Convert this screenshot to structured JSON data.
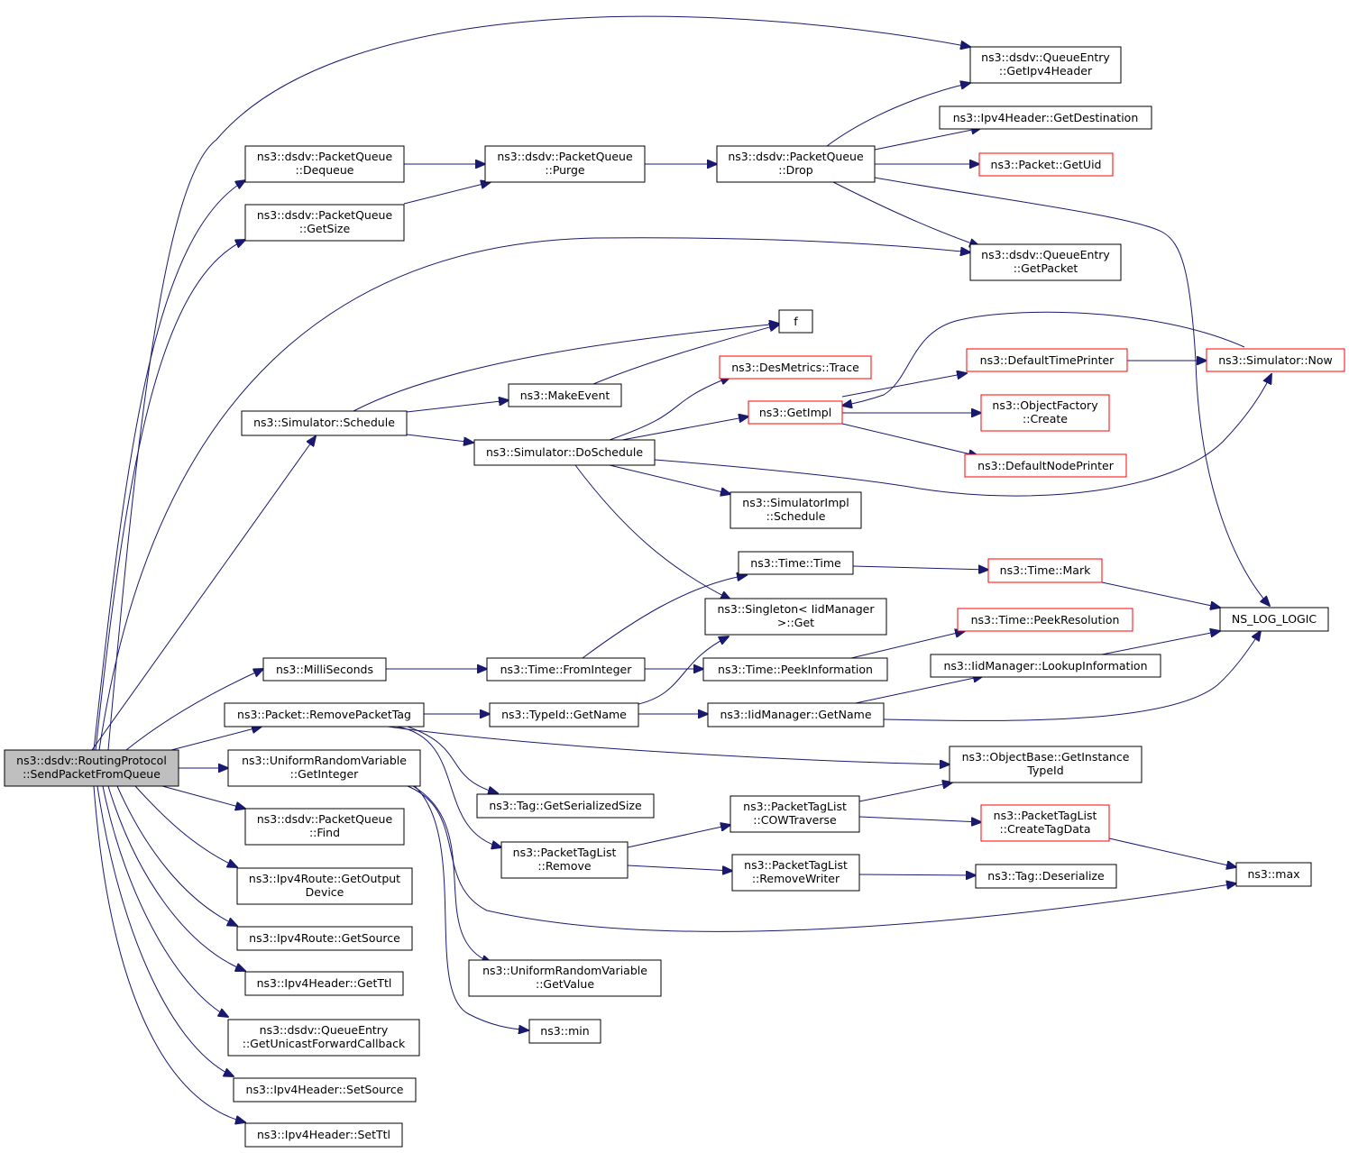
{
  "nodes": {
    "root": [
      "ns3::dsdv::RoutingProtocol",
      "::SendPacketFromQueue"
    ],
    "pq_dequeue": [
      "ns3::dsdv::PacketQueue",
      "::Dequeue"
    ],
    "pq_getsize": [
      "ns3::dsdv::PacketQueue",
      "::GetSize"
    ],
    "pq_purge": [
      "ns3::dsdv::PacketQueue",
      "::Purge"
    ],
    "pq_drop": [
      "ns3::dsdv::PacketQueue",
      "::Drop"
    ],
    "qe_getipv4header": [
      "ns3::dsdv::QueueEntry",
      "::GetIpv4Header"
    ],
    "ipv4h_getdest": [
      "ns3::Ipv4Header::GetDestination"
    ],
    "packet_getuid": [
      "ns3::Packet::GetUid"
    ],
    "qe_getpacket": [
      "ns3::dsdv::QueueEntry",
      "::GetPacket"
    ],
    "f": [
      "f"
    ],
    "makeevent": [
      "ns3::MakeEvent"
    ],
    "sim_schedule": [
      "ns3::Simulator::Schedule"
    ],
    "desmetrics": [
      "ns3::DesMetrics::Trace"
    ],
    "getimpl": [
      "ns3::GetImpl"
    ],
    "defaulttimeprinter": [
      "ns3::DefaultTimePrinter"
    ],
    "sim_now": [
      "ns3::Simulator::Now"
    ],
    "objfactory_create": [
      "ns3::ObjectFactory",
      "::Create"
    ],
    "defaultnodeprinter": [
      "ns3::DefaultNodePrinter"
    ],
    "sim_doschedule": [
      "ns3::Simulator::DoSchedule"
    ],
    "simimpl_schedule": [
      "ns3::SimulatorImpl",
      "::Schedule"
    ],
    "time_time": [
      "ns3::Time::Time"
    ],
    "time_mark": [
      "ns3::Time::Mark"
    ],
    "singleton": [
      "ns3::Singleton< IidManager",
      ">::Get"
    ],
    "ns_log_logic": [
      "NS_LOG_LOGIC"
    ],
    "time_peekres": [
      "ns3::Time::PeekResolution"
    ],
    "millis": [
      "ns3::MilliSeconds"
    ],
    "time_fromint": [
      "ns3::Time::FromInteger"
    ],
    "time_peekinfo": [
      "ns3::Time::PeekInformation"
    ],
    "iid_lookupinfo": [
      "ns3::IidManager::LookupInformation"
    ],
    "packet_removetag": [
      "ns3::Packet::RemovePacketTag"
    ],
    "typeid_getname": [
      "ns3::TypeId::GetName"
    ],
    "iid_getname": [
      "ns3::IidManager::GetName"
    ],
    "urv_getint": [
      "ns3::UniformRandomVariable",
      "::GetInteger"
    ],
    "objbase_getinst": [
      "ns3::ObjectBase::GetInstance",
      "TypeId"
    ],
    "tag_getsersize": [
      "ns3::Tag::GetSerializedSize"
    ],
    "ptl_cowtraverse": [
      "ns3::PacketTagList",
      "::COWTraverse"
    ],
    "ptl_createtagdata": [
      "ns3::PacketTagList",
      "::CreateTagData"
    ],
    "pq_find": [
      "ns3::dsdv::PacketQueue",
      "::Find"
    ],
    "ptl_remove": [
      "ns3::PacketTagList",
      "::Remove"
    ],
    "ptl_removewriter": [
      "ns3::PacketTagList",
      "::RemoveWriter"
    ],
    "tag_deserialize": [
      "ns3::Tag::Deserialize"
    ],
    "max": [
      "ns3::max"
    ],
    "ipv4route_getoutdev": [
      "ns3::Ipv4Route::GetOutput",
      "Device"
    ],
    "ipv4route_getsource": [
      "ns3::Ipv4Route::GetSource"
    ],
    "urv_getvalue": [
      "ns3::UniformRandomVariable",
      "::GetValue"
    ],
    "ipv4h_getttl": [
      "ns3::Ipv4Header::GetTtl"
    ],
    "min": [
      "ns3::min"
    ],
    "qe_getucb": [
      "ns3::dsdv::QueueEntry",
      "::GetUnicastForwardCallback"
    ],
    "ipv4h_setsource": [
      "ns3::Ipv4Header::SetSource"
    ],
    "ipv4h_setttl": [
      "ns3::Ipv4Header::SetTtl"
    ]
  },
  "colors": {
    "edge": "#191970",
    "node_border": "#000000",
    "truncated_border": "#ff0000",
    "root_fill": "#bfbfbf"
  }
}
